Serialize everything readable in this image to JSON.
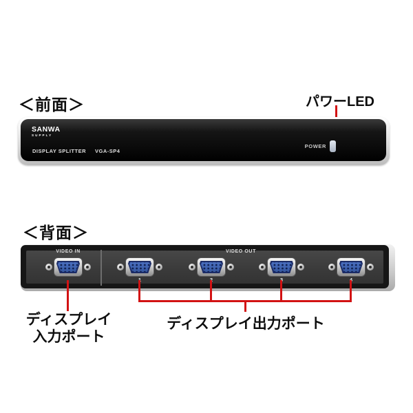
{
  "front": {
    "heading": "＜前面＞",
    "led_callout": "パワーLED",
    "brand": "SANWA",
    "brand_sub": "SUPPLY",
    "model_label": "DISPLAY SPLITTER",
    "model_number": "VGA-SP4",
    "power_label": "POWER"
  },
  "rear": {
    "heading": "＜背面＞",
    "video_in_label": "VIDEO IN",
    "video_out_label": "VIDEO OUT",
    "ports": [
      {
        "number": "1"
      },
      {
        "number": "2"
      },
      {
        "number": "3"
      },
      {
        "number": "4"
      }
    ],
    "input_callout_line1": "ディスプレイ",
    "input_callout_line2": "入力ポート",
    "output_callout": "ディスプレイ出力ポート"
  },
  "colors": {
    "callout_red": "#d21213",
    "device_black": "#0d0d0d",
    "bezel_silver": "#d9d9d9",
    "panel_gray": "#3d3d3d",
    "vga_blue": "#3b61b5",
    "led_gray_blue": "#b7c0ce"
  }
}
